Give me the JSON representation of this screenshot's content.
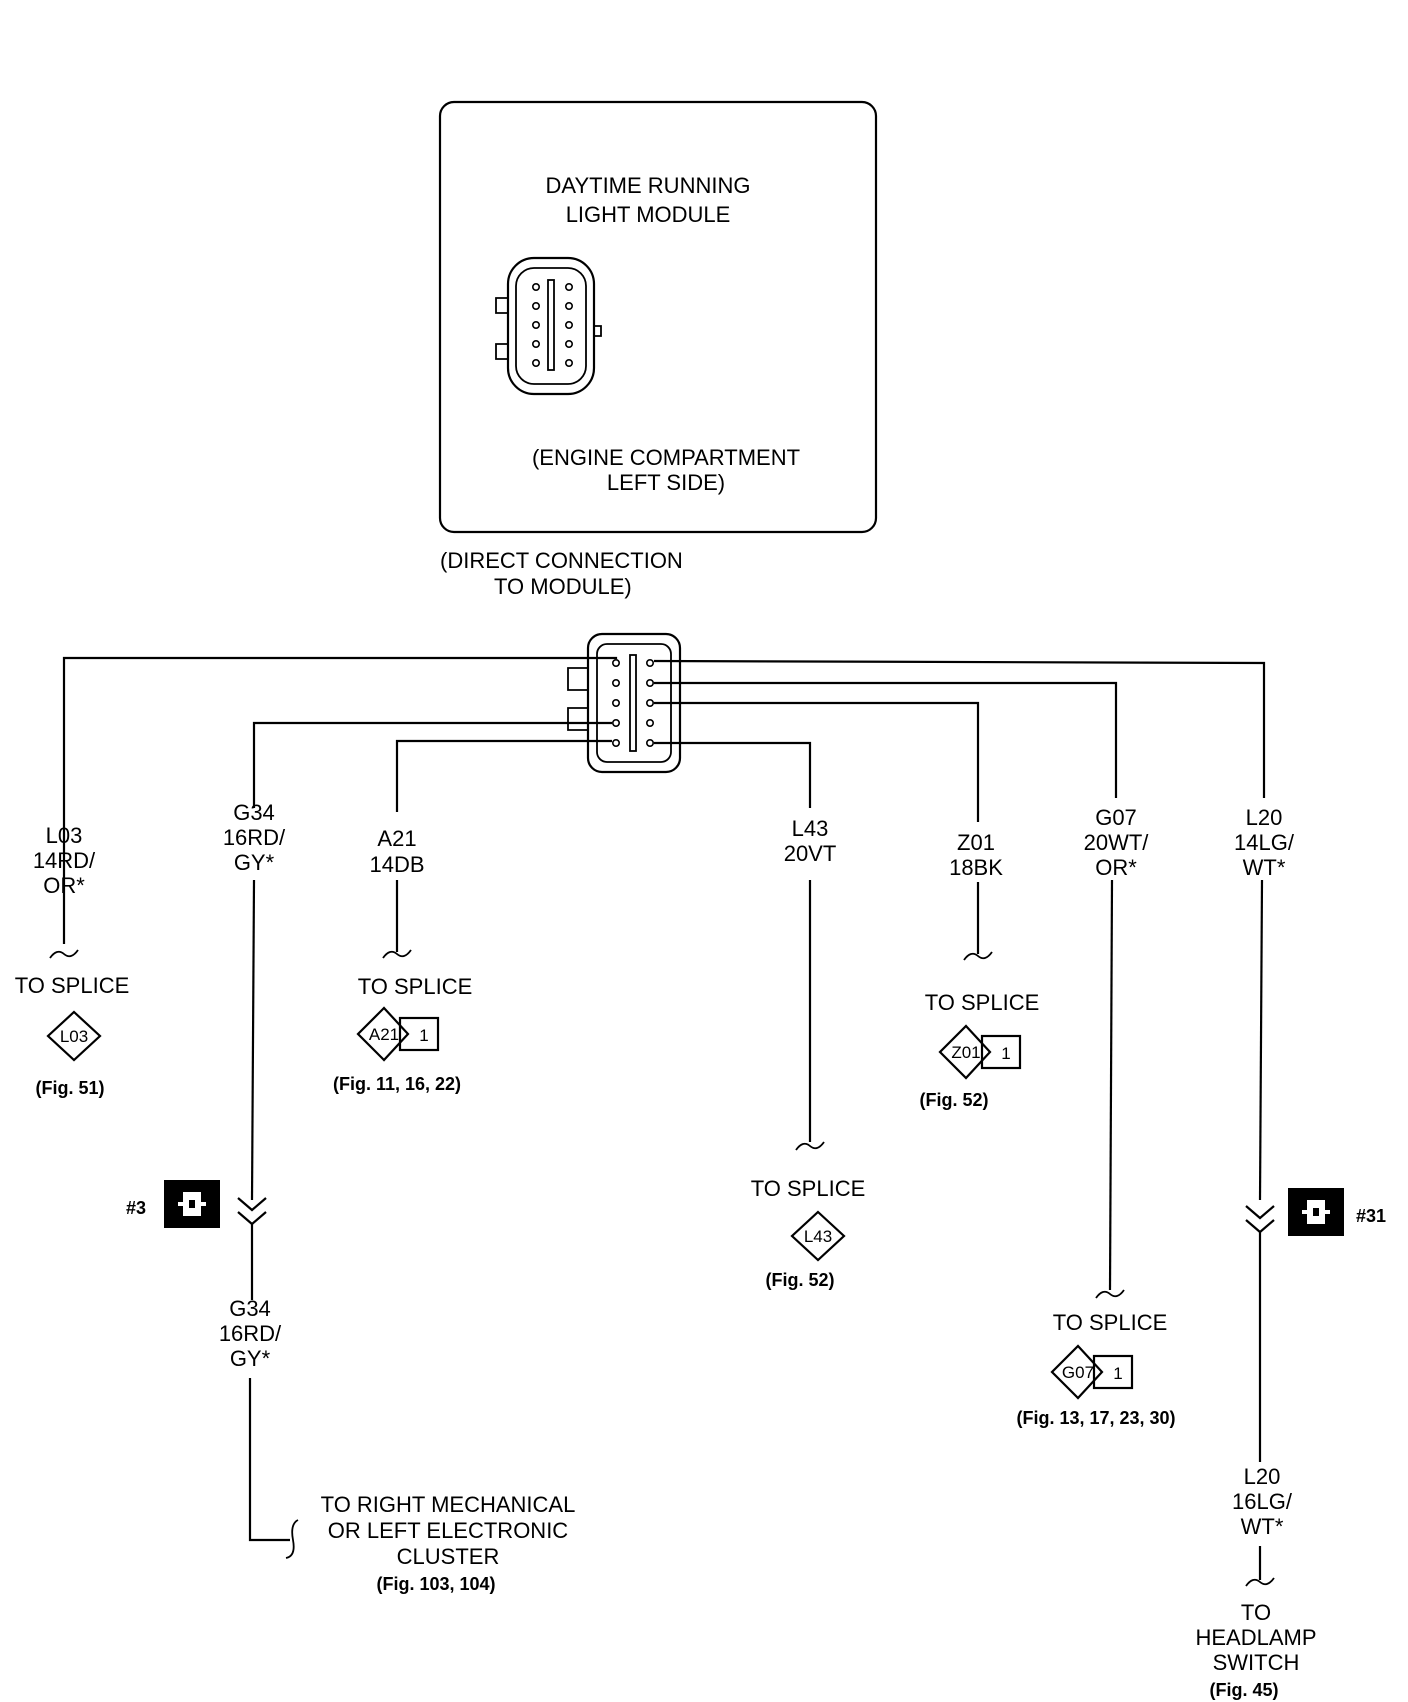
{
  "module": {
    "title_line1": "DAYTIME RUNNING",
    "title_line2": "LIGHT MODULE",
    "location_line1": "(ENGINE COMPARTMENT",
    "location_line2": "LEFT SIDE)"
  },
  "direct_connection": {
    "line1": "(DIRECT CONNECTION",
    "line2": "TO MODULE)"
  },
  "wires": {
    "l03": {
      "code": "L03",
      "gauge": "14RD/",
      "color": "OR*"
    },
    "g34": {
      "code": "G34",
      "gauge": "16RD/",
      "color": "GY*"
    },
    "a21": {
      "code": "A21",
      "gauge": "14DB"
    },
    "l43": {
      "code": "L43",
      "gauge": "20VT"
    },
    "z01": {
      "code": "Z01",
      "gauge": "18BK"
    },
    "g07": {
      "code": "G07",
      "gauge": "20WT/",
      "color": "OR*"
    },
    "l20": {
      "code": "L20",
      "gauge": "14LG/",
      "color": "WT*"
    },
    "g34_lower": {
      "code": "G34",
      "gauge": "16RD/",
      "color": "GY*"
    },
    "l20_lower": {
      "code": "L20",
      "gauge": "16LG/",
      "color": "WT*"
    }
  },
  "splices": {
    "l03": {
      "label": "TO  SPLICE",
      "id": "L03",
      "fig": "(Fig. 51)"
    },
    "a21": {
      "label": "TO  SPLICE",
      "id": "A21",
      "num": "1",
      "fig": "(Fig. 11, 16, 22)"
    },
    "z01": {
      "label": "TO  SPLICE",
      "id": "Z01",
      "num": "1",
      "fig": "(Fig. 52)"
    },
    "l43": {
      "label": "TO  SPLICE",
      "id": "L43",
      "fig": "(Fig. 52)"
    },
    "g07": {
      "label": "TO  SPLICE",
      "id": "G07",
      "num": "1",
      "fig": "(Fig. 13, 17, 23, 30)"
    }
  },
  "connectors": {
    "c3": "#3",
    "c31": "#31"
  },
  "destinations": {
    "cluster": {
      "line1": "TO RIGHT MECHANICAL",
      "line2": "OR LEFT ELECTRONIC",
      "line3": "CLUSTER",
      "fig": "(Fig. 103, 104)"
    },
    "headlamp": {
      "line1": "TO",
      "line2": "HEADLAMP",
      "line3": "SWITCH",
      "fig": "(Fig. 45)"
    }
  }
}
